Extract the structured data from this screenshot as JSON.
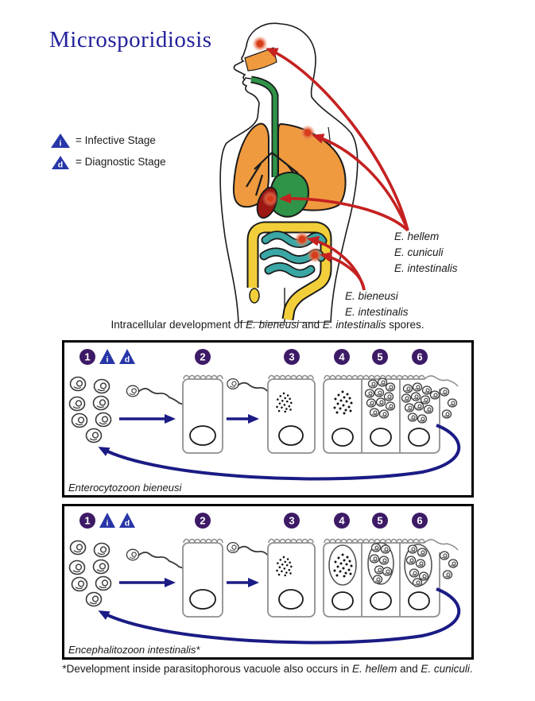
{
  "title": "Microsporidiosis",
  "legend": {
    "infective": {
      "letter": "i",
      "label": "= Infective Stage"
    },
    "diagnostic": {
      "letter": "d",
      "label": "= Diagnostic Stage"
    }
  },
  "body_labels": {
    "upper": [
      "E. hellem",
      "E. cuniculi",
      "E. intestinalis"
    ],
    "lower": [
      "E. bieneusi",
      "E. intestinalis"
    ]
  },
  "caption": {
    "pre": "Intracellular development of ",
    "species1": "E. bieneusi",
    "mid": " and ",
    "species2": "E. intestinalis",
    "post": " spores."
  },
  "stages": [
    "1",
    "2",
    "3",
    "4",
    "5",
    "6"
  ],
  "panels": [
    {
      "label": "Enterocytozoon bieneusi"
    },
    {
      "label": "Encephalitozoon intestinalis*"
    }
  ],
  "footnote": {
    "pre": "*Development inside parasitophorous vacuole also occurs in ",
    "species1": "E. hellem",
    "mid": " and ",
    "species2": "E. cuniculi",
    "post": "."
  },
  "colors": {
    "title": "#22219b",
    "stage_circle": "#3d1a66",
    "stage_triangle": "#2836a8",
    "navy_arrow": "#1b1b85",
    "red_arrow": "#c52121"
  }
}
